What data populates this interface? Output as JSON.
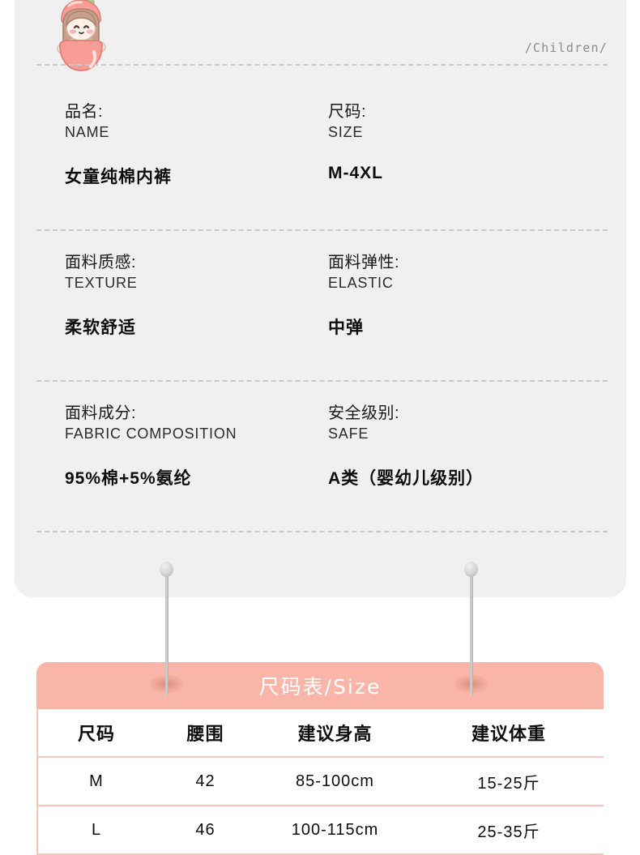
{
  "page": {
    "caption": "/Children/",
    "card_bg": "#f0f0f0",
    "accent_pink": "#f9b5a7",
    "border_pink": "#f7c6ba"
  },
  "mascot": {
    "name": "girl-in-peach-illustration",
    "skin": "#fdeee7",
    "hair": "#c7a089",
    "peach": "#f6a097",
    "leaf": "#a8cf8e",
    "shirt": "#f7efc8",
    "cheek": "#f6b3b8"
  },
  "specs": [
    {
      "left": {
        "label_cn": "品名:",
        "label_en": "NAME",
        "value": "女童纯棉内裤"
      },
      "right": {
        "label_cn": "尺码:",
        "label_en": "SIZE",
        "value": "M-4XL"
      }
    },
    {
      "left": {
        "label_cn": "面料质感:",
        "label_en": "TEXTURE",
        "value": "柔软舒适"
      },
      "right": {
        "label_cn": "面料弹性:",
        "label_en": "ELASTIC",
        "value": "中弹"
      }
    },
    {
      "left": {
        "label_cn": "面料成分:",
        "label_en": "FABRIC COMPOSITION",
        "value": "95%棉+5%氨纶"
      },
      "right": {
        "label_cn": "安全级别:",
        "label_en": "SAFE",
        "value": "A类（婴幼儿级别）"
      }
    }
  ],
  "size_table": {
    "title": "尺码表/Size",
    "columns": [
      "尺码",
      "腰围",
      "建议身高",
      "建议体重"
    ],
    "rows": [
      [
        "M",
        "42",
        "85-100cm",
        "15-25斤"
      ],
      [
        "L",
        "46",
        "100-115cm",
        "25-35斤"
      ]
    ]
  }
}
